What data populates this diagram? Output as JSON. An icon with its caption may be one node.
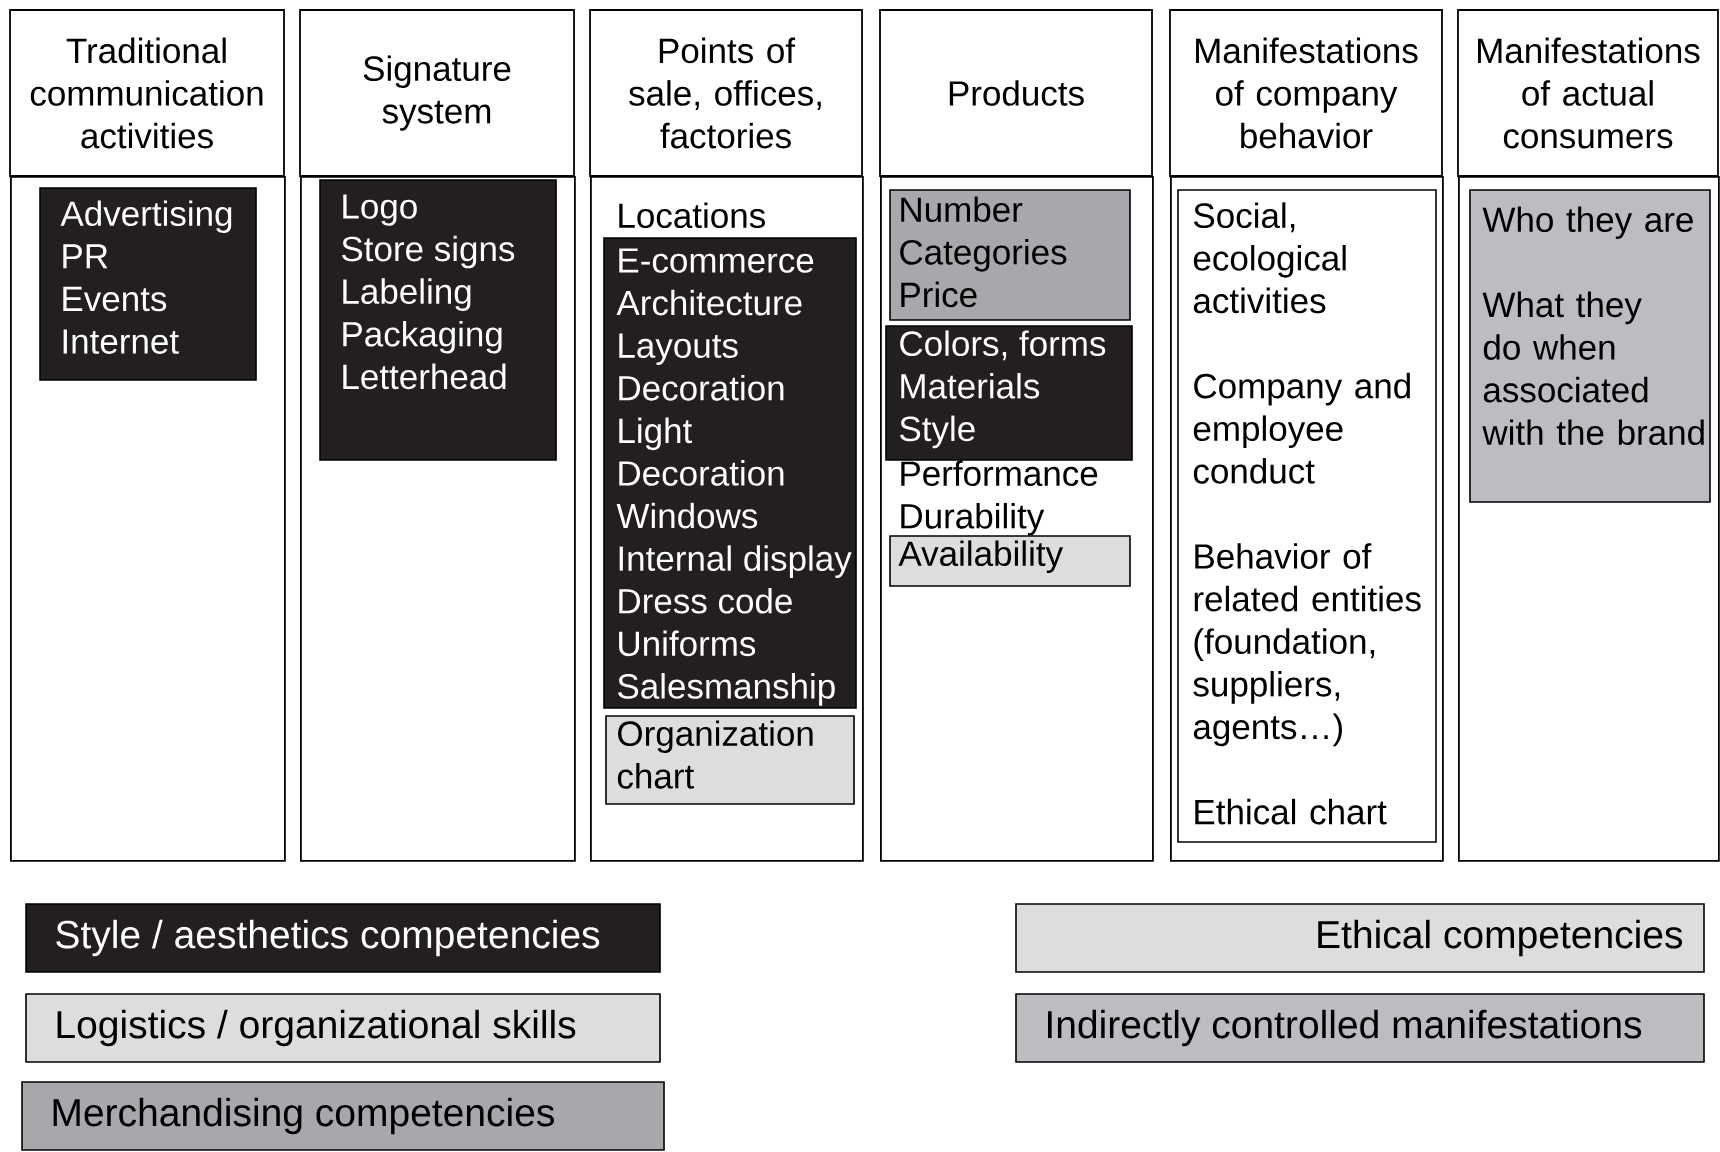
{
  "diagram": {
    "nodes": [
      {
        "text": [
          "Traditional communication activities"
        ]
      },
      {
        "text": [],
        "shape": "box"
      },
      {
        "text": [
          "Advertising",
          "PR",
          "Events",
          "Internet"
        ],
        "in": 1
      },
      {
        "text": [
          "Signature system"
        ]
      },
      {
        "text": [],
        "shape": "box"
      },
      {
        "text": [
          "Logo",
          "Store signs",
          "Labeling",
          "Packaging",
          "Letterhead"
        ],
        "in": 4
      },
      {
        "text": [
          "Points of sale, offices, factories"
        ]
      },
      {
        "text": [
          "Locations"
        ]
      },
      {
        "text": [
          "E-commerce",
          "Architecture",
          "Layouts",
          "Decoration",
          "Light",
          "Decoration",
          "Windows",
          "Internal display",
          "Dress code",
          "Uniforms",
          "Salesmanship"
        ],
        "in": 7
      },
      {
        "text": [
          "Organization chart"
        ],
        "in": 7
      },
      {
        "text": [
          "Products"
        ]
      },
      {
        "text": [
          "Performance",
          "Durability"
        ]
      },
      {
        "text": [
          "Number",
          "Categories",
          "Price"
        ],
        "in": 11
      },
      {
        "text": [
          "Colors, forms",
          "Materials",
          "Style"
        ],
        "in": 11
      },
      {
        "text": [
          "Availability"
        ],
        "in": 11
      },
      {
        "text": [
          "Manifestations of company behavior"
        ]
      },
      {
        "text": [],
        "shape": "box"
      },
      {
        "text": [
          "Social, ecological activities",
          "Company and employee conduct",
          "Behavior of related entities (foundation, suppliers, agents…)",
          "Ethical chart"
        ],
        "in": 16
      },
      {
        "text": [
          "Manifestations of actual consumers"
        ]
      },
      {
        "text": [],
        "shape": "box"
      },
      {
        "text": [
          "Who they are",
          "What they do when associated with the brand"
        ],
        "in": 19
      }
    ],
    "legend": [
      {
        "text": "Style / aesthetics competencies",
        "color": "#231f20"
      },
      {
        "text": "Logistics / organizational skills",
        "color": "#dcdddf"
      },
      {
        "text": "Merchandising competencies",
        "color": "#a7a8ab"
      },
      {
        "text": "Ethical competencies",
        "color": "#dcdddf"
      },
      {
        "text": "Indirectly controlled manifestations",
        "color": "#bcbdc0"
      }
    ]
  }
}
